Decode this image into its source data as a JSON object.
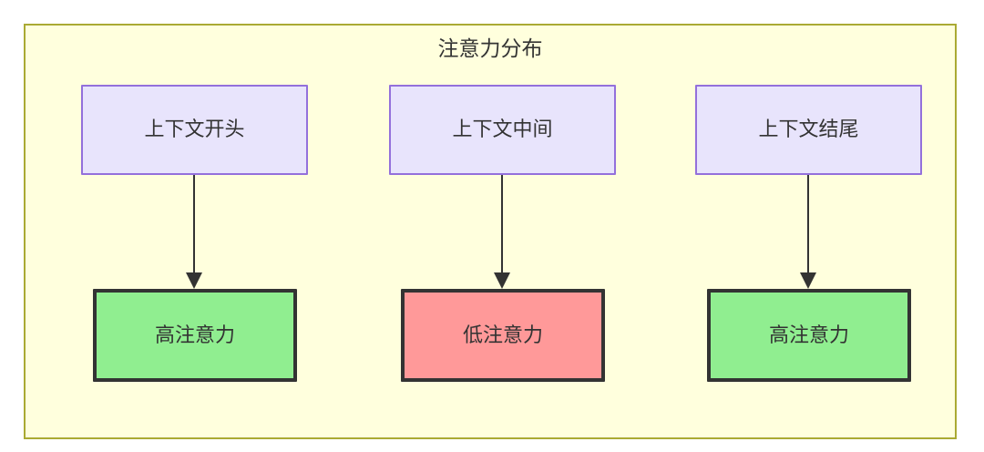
{
  "diagram": {
    "title": "注意力分布",
    "type": "flowchart",
    "direction": "top-to-bottom",
    "container": {
      "label": "注意力分布",
      "fill_color": "#ffffdd",
      "border_color": "#aaaa33"
    },
    "nodes": [
      {
        "id": "ctx-start",
        "label": "上下文开头",
        "row": "top",
        "column": 1,
        "fill_color": "#e8e4fc",
        "border_color": "#9370db",
        "text_color": "#333333"
      },
      {
        "id": "ctx-middle",
        "label": "上下文中间",
        "row": "top",
        "column": 2,
        "fill_color": "#e8e4fc",
        "border_color": "#9370db",
        "text_color": "#333333"
      },
      {
        "id": "ctx-end",
        "label": "上下文结尾",
        "row": "top",
        "column": 3,
        "fill_color": "#e8e4fc",
        "border_color": "#9370db",
        "text_color": "#333333"
      },
      {
        "id": "attn-high-start",
        "label": "高注意力",
        "row": "bottom",
        "column": 1,
        "fill_color": "#90ee90",
        "border_color": "#333333",
        "text_color": "#333333"
      },
      {
        "id": "attn-low-middle",
        "label": "低注意力",
        "row": "bottom",
        "column": 2,
        "fill_color": "#ff9999",
        "border_color": "#333333",
        "text_color": "#333333"
      },
      {
        "id": "attn-high-end",
        "label": "高注意力",
        "row": "bottom",
        "column": 3,
        "fill_color": "#90ee90",
        "border_color": "#333333",
        "text_color": "#333333"
      }
    ],
    "edges": [
      {
        "from": "ctx-start",
        "to": "attn-high-start",
        "label": "",
        "arrow": "filled-triangle"
      },
      {
        "from": "ctx-middle",
        "to": "attn-low-middle",
        "label": "",
        "arrow": "filled-triangle"
      },
      {
        "from": "ctx-end",
        "to": "attn-high-end",
        "label": "",
        "arrow": "filled-triangle"
      }
    ]
  }
}
